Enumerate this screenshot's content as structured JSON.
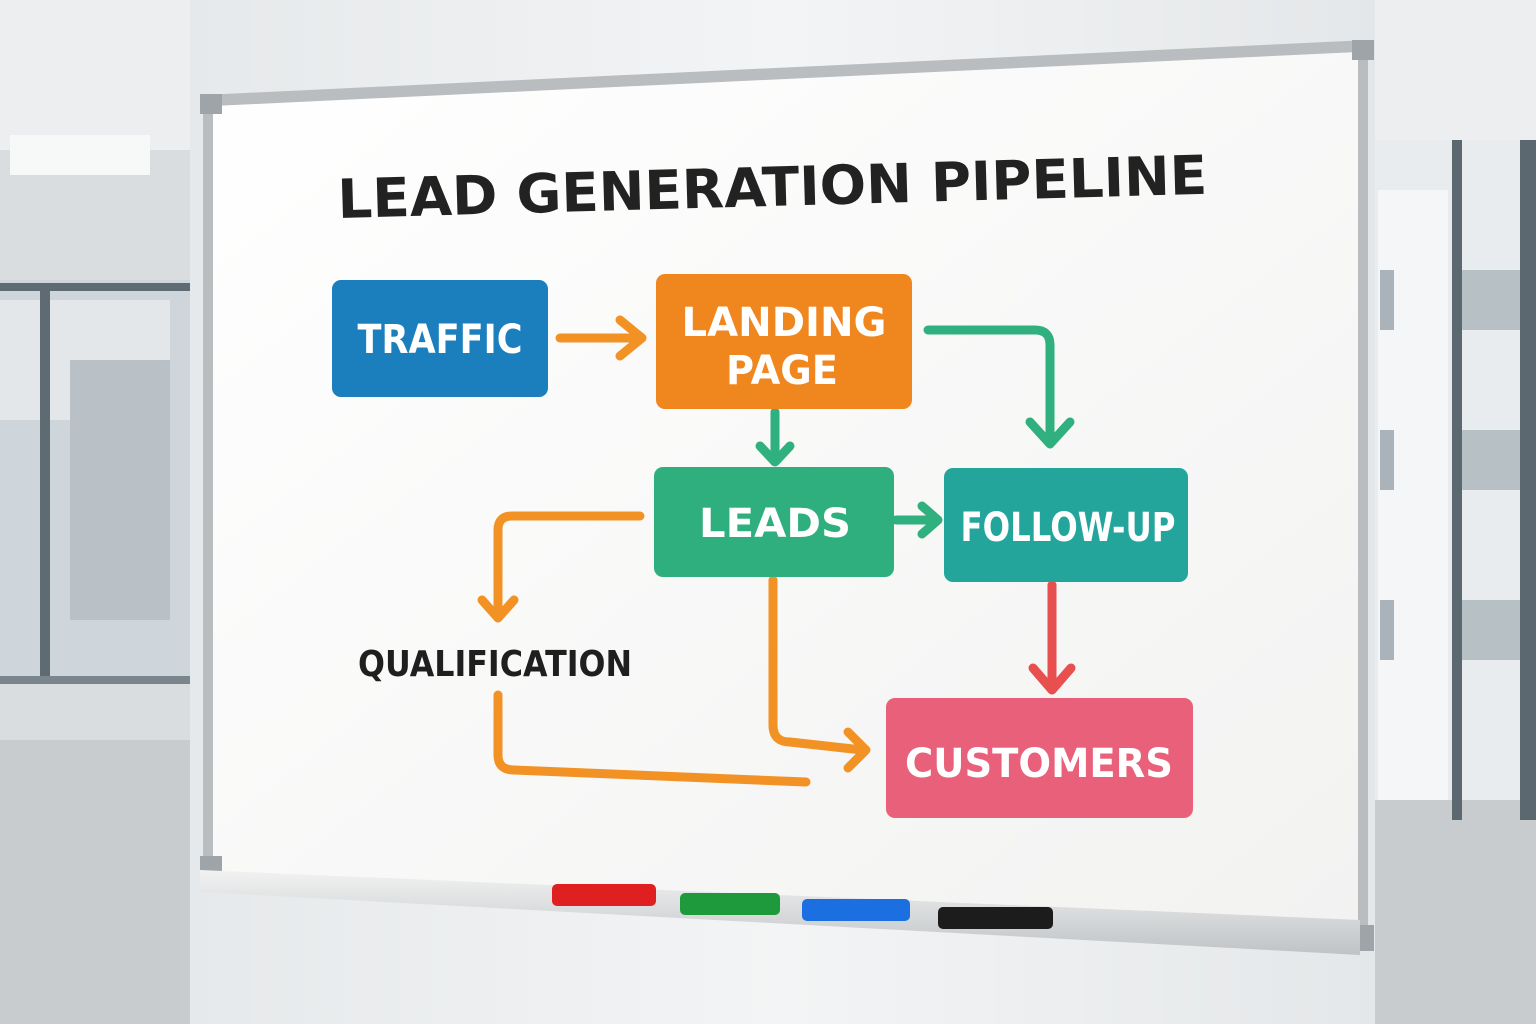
{
  "title": "LEAD GENERATION PIPELINE",
  "nodes": {
    "traffic": {
      "label": "TRAFFIC",
      "color": "#1b7fbd"
    },
    "landing": {
      "line1": "LANDING",
      "line2": "PAGE",
      "color": "#f0861e"
    },
    "leads": {
      "label": "LEADS",
      "color": "#2fae7e"
    },
    "followup": {
      "label": "FOLLOW-UP",
      "color": "#23a59b"
    },
    "customers": {
      "label": "CUSTOMERS",
      "color": "#e9607b"
    },
    "qualification": {
      "label": "QUALIFICATION"
    }
  },
  "arrow_colors": {
    "orange": "#f39224",
    "green": "#2fb07e",
    "red": "#e84f4f"
  },
  "markers": [
    {
      "name": "red-marker",
      "color": "#e02020"
    },
    {
      "name": "green-marker",
      "color": "#1e9a3c"
    },
    {
      "name": "blue-marker",
      "color": "#1c6fe0"
    },
    {
      "name": "black-marker",
      "color": "#1c1c1c"
    }
  ]
}
